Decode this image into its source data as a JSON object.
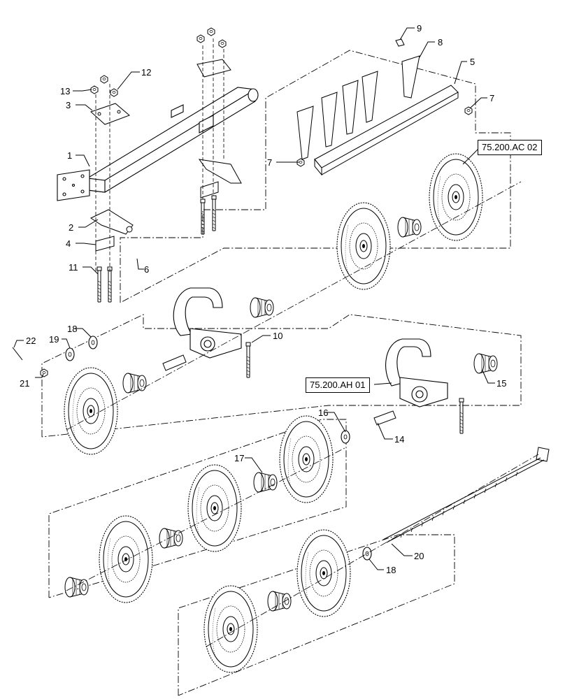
{
  "callouts": {
    "c1": "1",
    "c2": "2",
    "c3": "3",
    "c4": "4",
    "c5": "5",
    "c6": "6",
    "c7a": "7",
    "c7b": "7",
    "c8": "8",
    "c9": "9",
    "c10": "10",
    "c11": "11",
    "c12": "12",
    "c13": "13",
    "c14": "14",
    "c15": "15",
    "c16": "16",
    "c17": "17",
    "c18a": "18",
    "c18b": "18",
    "c19": "19",
    "c20": "20",
    "c21": "21",
    "c22": "22"
  },
  "references": {
    "ref_ac": "75.200.AC 02",
    "ref_ah": "75.200.AH 01"
  },
  "colors": {
    "line": "#000000",
    "disc_fill": "#ffffff"
  }
}
